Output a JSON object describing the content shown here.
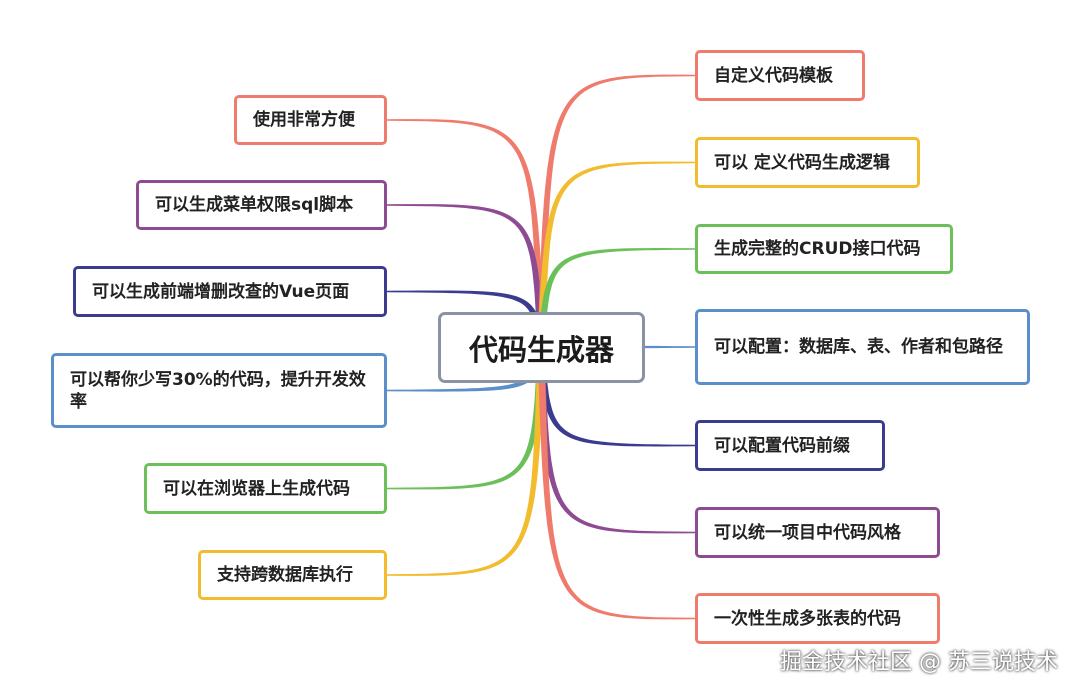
{
  "center": {
    "label": "代码生成器"
  },
  "left_nodes": [
    {
      "label": "使用非常方便",
      "color": "#ef7b6c"
    },
    {
      "label": "可以生成菜单权限sql脚本",
      "color": "#8e4b91"
    },
    {
      "label": "可以生成前端增删改查的Vue页面",
      "color": "#3b3b8f"
    },
    {
      "label": "可以帮你少写30%的代码，提升开发效率",
      "color": "#5b8fc9"
    },
    {
      "label": "可以在浏览器上生成代码",
      "color": "#6cc05a"
    },
    {
      "label": "支持跨数据库执行",
      "color": "#f3bb2e"
    }
  ],
  "right_nodes": [
    {
      "label": "自定义代码模板",
      "color": "#ef7b6c"
    },
    {
      "label": "可以 定义代码生成逻辑",
      "color": "#f3bb2e"
    },
    {
      "label": "生成完整的CRUD接口代码",
      "color": "#6cc05a"
    },
    {
      "label": "可以配置：数据库、表、作者和包路径",
      "color": "#5b8fc9"
    },
    {
      "label": "可以配置代码前缀",
      "color": "#3b3b8f"
    },
    {
      "label": "可以统一项目中代码风格",
      "color": "#8e4b91"
    },
    {
      "label": "一次性生成多张表的代码",
      "color": "#ef7b6c"
    }
  ],
  "watermark": "掘金技术社区 @ 苏三说技术"
}
